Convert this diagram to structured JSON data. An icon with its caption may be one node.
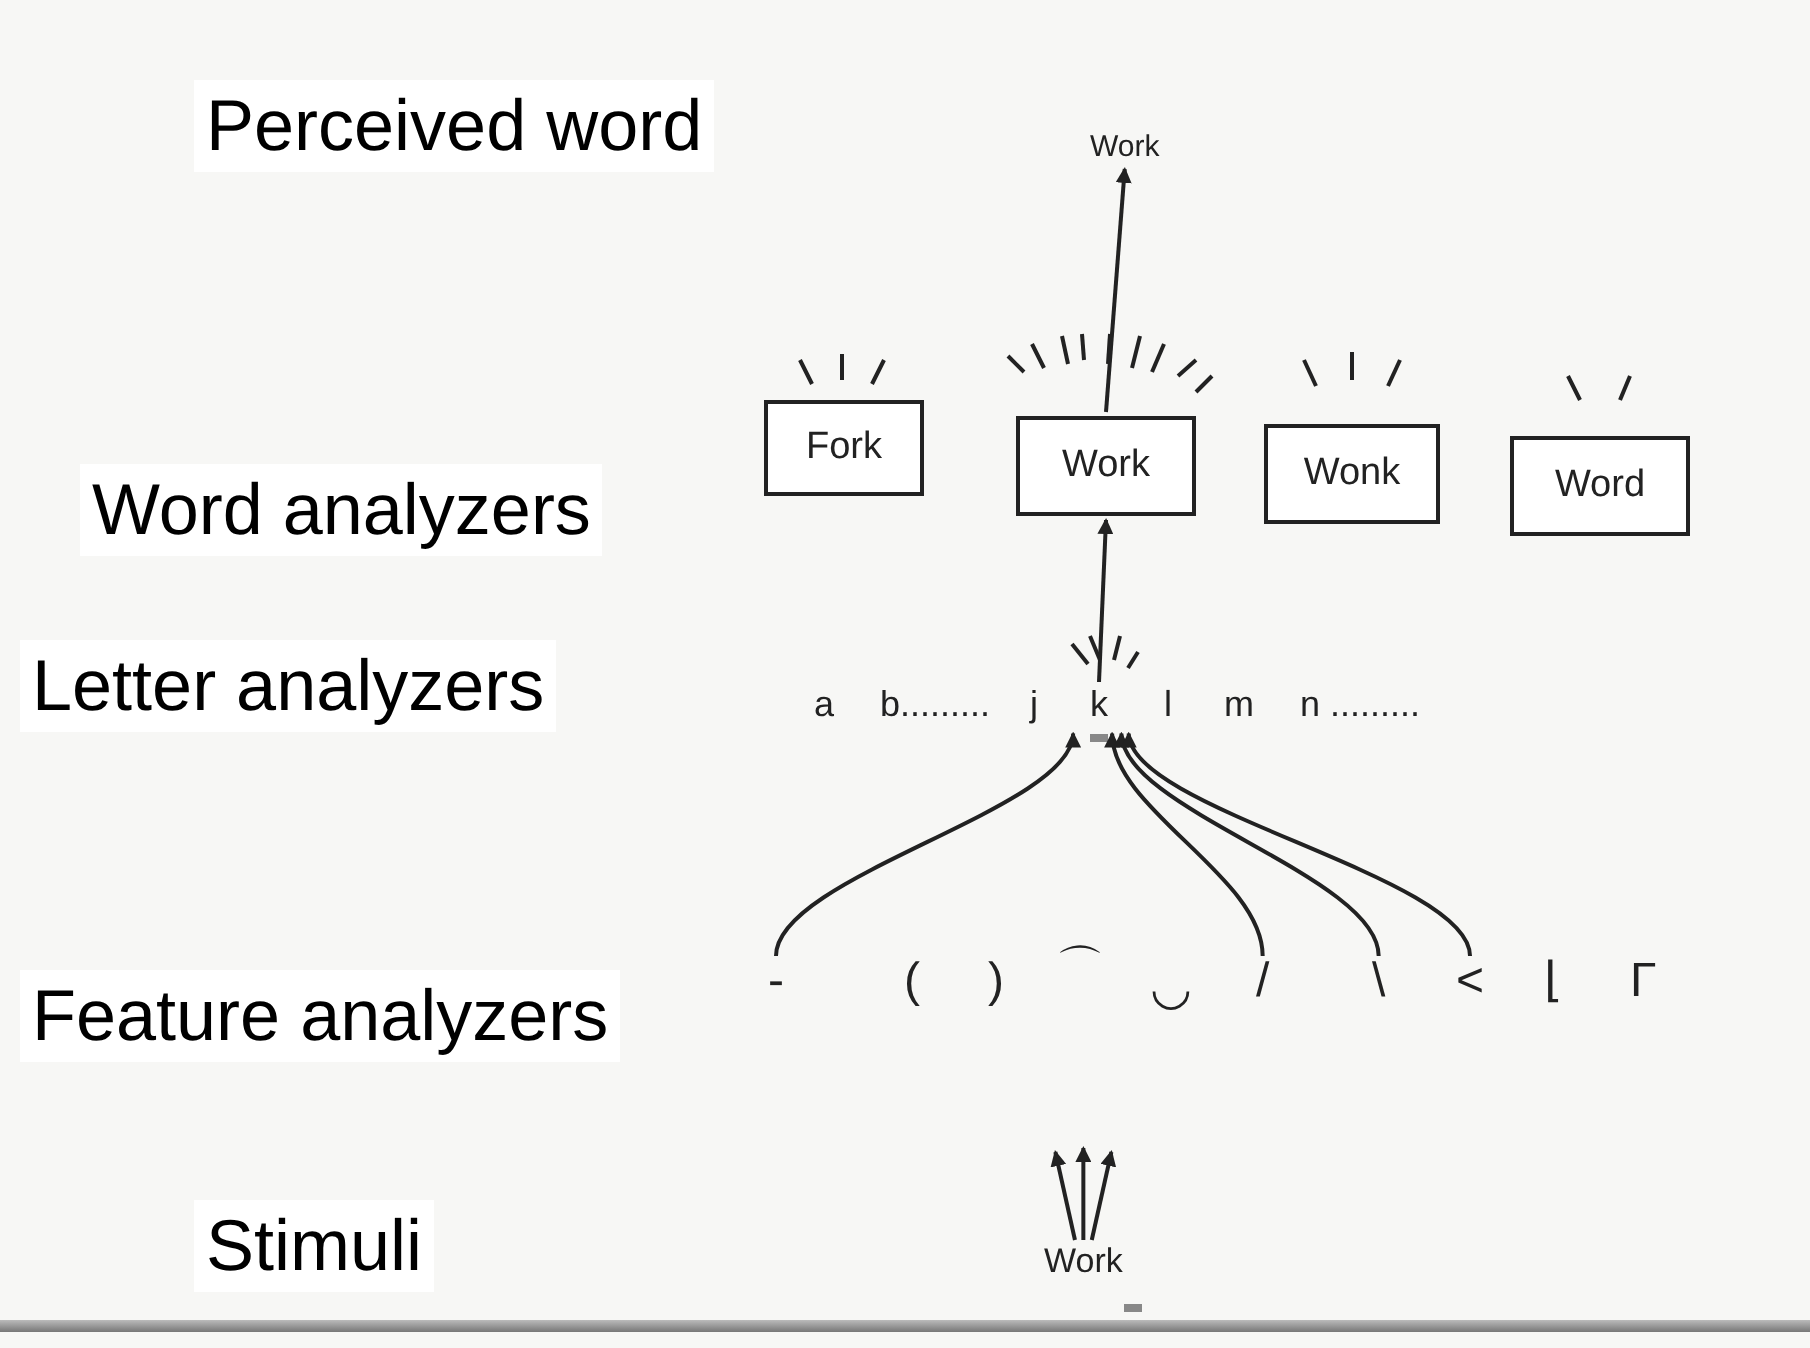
{
  "diagram": {
    "nodes": [
      {
        "text": [
          "Work"
        ]
      },
      {
        "text": [
          "Fork"
        ]
      },
      {
        "text": [
          "Work"
        ]
      },
      {
        "text": [
          "Wonk"
        ]
      },
      {
        "text": [
          "Word"
        ]
      },
      {
        "text": [
          "a"
        ]
      },
      {
        "text": [
          "b........."
        ]
      },
      {
        "text": [
          "j"
        ]
      },
      {
        "text": [
          "k"
        ]
      },
      {
        "text": [
          "l"
        ]
      },
      {
        "text": [
          "m"
        ]
      },
      {
        "text": [
          "n ........."
        ]
      },
      {
        "text": [
          "-"
        ]
      },
      {
        "text": [
          "("
        ]
      },
      {
        "text": [
          ")"
        ]
      },
      {
        "text": [
          "⌒"
        ]
      },
      {
        "text": [
          "◡"
        ]
      },
      {
        "text": [
          "/"
        ]
      },
      {
        "text": [
          "\\"
        ]
      },
      {
        "text": [
          "<"
        ]
      },
      {
        "text": [
          "⌊"
        ]
      },
      {
        "text": [
          "Γ"
        ]
      },
      {
        "text": [
          "Work"
        ]
      }
    ],
    "edges": [
      {
        "from": 2,
        "to": 0,
        "arrow": "to"
      },
      {
        "from": 8,
        "to": 2,
        "arrow": "to"
      },
      {
        "from": 12,
        "to": 8,
        "arrow": "to"
      },
      {
        "from": 17,
        "to": 8,
        "arrow": "to"
      },
      {
        "from": 18,
        "to": 8,
        "arrow": "to"
      },
      {
        "from": 19,
        "to": 8,
        "arrow": "to"
      },
      {
        "from": 22,
        "to": null,
        "arrow": "to"
      },
      {
        "from": 22,
        "to": null,
        "arrow": "to"
      },
      {
        "from": 22,
        "to": null,
        "arrow": "to"
      }
    ],
    "labels": [
      "Perceived word",
      "Word analyzers",
      "Letter analyzers",
      "Feature analyzers",
      "Stimuli"
    ]
  }
}
